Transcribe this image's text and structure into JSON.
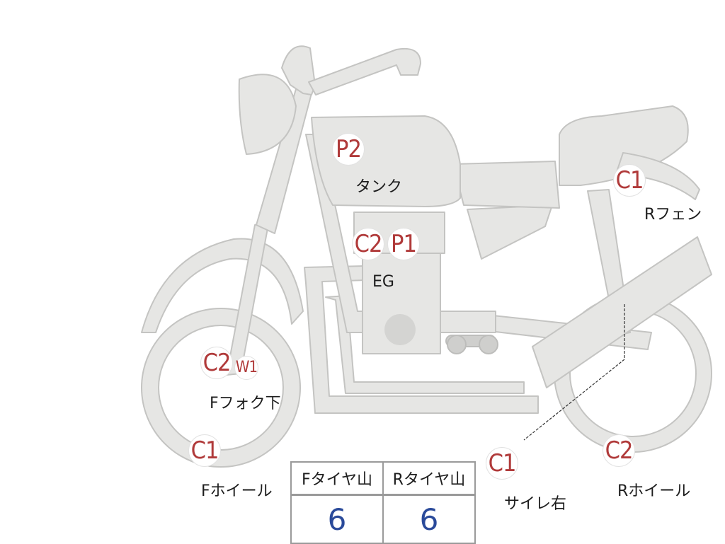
{
  "diagram": {
    "badges": [
      {
        "id": "tank-p2",
        "code": "P2"
      },
      {
        "id": "rear-fender-c1",
        "code": "C1"
      },
      {
        "id": "engine-c2",
        "code": "C2"
      },
      {
        "id": "engine-p1",
        "code": "P1"
      },
      {
        "id": "front-fork-c2",
        "code": "C2"
      },
      {
        "id": "front-fork-w1",
        "code": "W1"
      },
      {
        "id": "front-wheel-c1",
        "code": "C1"
      },
      {
        "id": "muffler-c1",
        "code": "C1"
      },
      {
        "id": "rear-wheel-c2",
        "code": "C2"
      }
    ],
    "labels": {
      "tank": "タンク",
      "rear_fender": "Rフェン",
      "engine": "EG",
      "front_fork": "Fフォク下",
      "front_wheel": "Fホイール",
      "muffler": "サイレ右",
      "rear_wheel": "Rホイール"
    },
    "tread_table": {
      "headers": [
        "Fタイヤ山",
        "Rタイヤ山"
      ],
      "values": [
        "6",
        "6"
      ]
    },
    "colors": {
      "body_fill": "#e6e6e4",
      "outline": "#c4c4c2",
      "code_text": "#b03a3a",
      "value_text": "#2a4a9a"
    }
  }
}
